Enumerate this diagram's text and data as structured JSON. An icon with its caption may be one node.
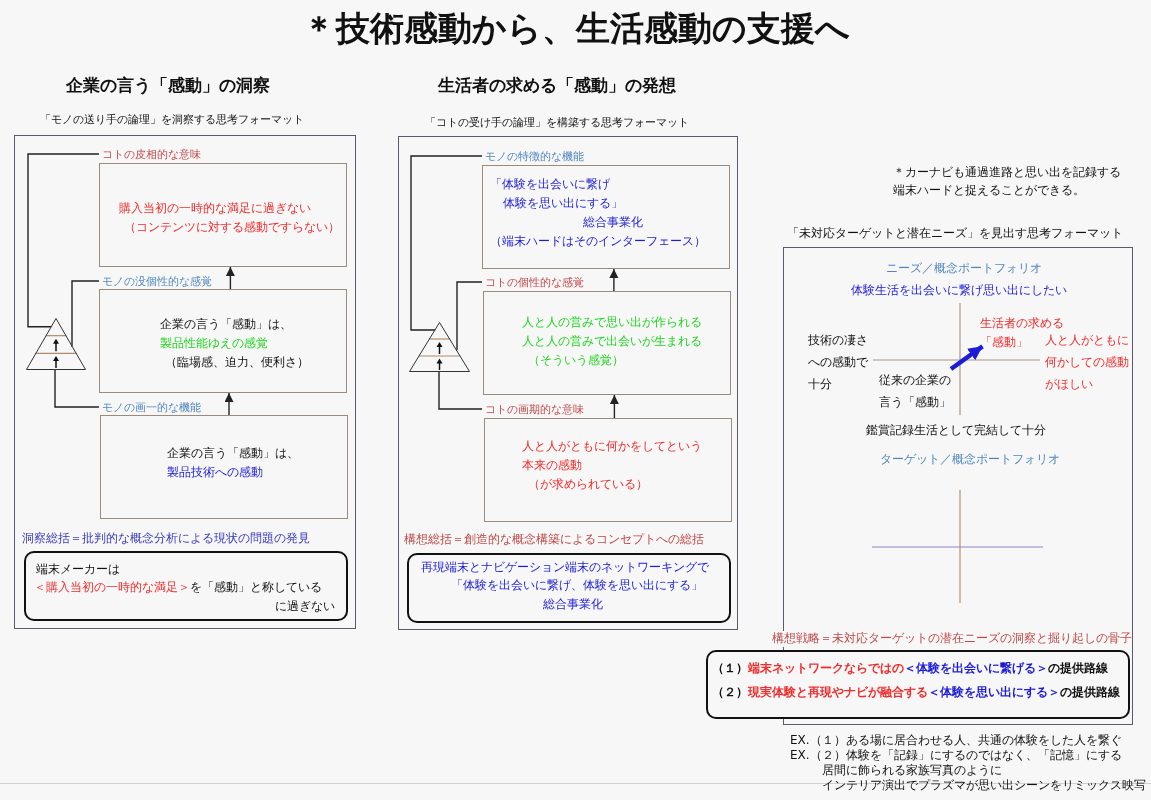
{
  "diagram": {
    "title": "＊技術感動から、生活感動の支援へ",
    "nodes": [
      {
        "text": [],
        "shape": "box"
      },
      {
        "text": [
          "購入当初の一時的な満足に過ぎない",
          "（コンテンツに対する感動ですらない）"
        ],
        "in": 0
      },
      {
        "text": [
          "企業の言う「感動」は、",
          "製品性能ゆえの感覚",
          "（臨場感、迫力、便利さ）"
        ],
        "in": 0
      },
      {
        "text": [
          "企業の言う「感動」は、",
          "製品技術への感動"
        ],
        "in": 0
      },
      {
        "text": [],
        "shape": "triangle",
        "in": 0
      },
      {
        "text": [
          "コトの皮相的な意味"
        ],
        "in": 0
      },
      {
        "text": [
          "モノの没個性的な感覚"
        ],
        "in": 0
      },
      {
        "text": [
          "モノの画一的な機能"
        ],
        "in": 0
      },
      {
        "text": [
          "端末メーカーは",
          "＜購入当初の一時的な満足＞",
          "を「感動」と称している",
          "に過ぎない"
        ],
        "in": 0,
        "beside": [
          "洞察総括＝批判的な概念分析による現状の問題の発見"
        ]
      },
      {
        "text": [],
        "shape": "box"
      },
      {
        "text": [
          "「体験を出会いに繋げ",
          "体験を思い出にする」",
          "総合事業化",
          "（端末ハードはそのインターフェース）"
        ],
        "in": 9
      },
      {
        "text": [
          "人と人の営みで思い出が作られる",
          "人と人の営みで出会いが生まれる",
          "（そういう感覚）"
        ],
        "in": 9
      },
      {
        "text": [
          "人と人がともに何かをしてという",
          "本来の感動",
          "（が求められている）"
        ],
        "in": 9
      },
      {
        "text": [],
        "shape": "triangle",
        "in": 9
      },
      {
        "text": [
          "モノの特徴的な機能"
        ],
        "in": 9
      },
      {
        "text": [
          "コトの個性的な感覚"
        ],
        "in": 9
      },
      {
        "text": [
          "コトの画期的な意味"
        ],
        "in": 9
      },
      {
        "text": [
          "再現端末とナビゲーション端末のネットワーキングで",
          "「体験を出会いに繋げ、体験を思い出にする」",
          "総合事業化"
        ],
        "in": 9,
        "beside": [
          "構想総括＝創造的な概念構築によるコンセプトへの総括"
        ]
      },
      {
        "text": [],
        "shape": "box"
      },
      {
        "text": [
          "従来の企業の言う「感動」"
        ],
        "in": 18
      },
      {
        "text": [
          "生活者の求める「感動」"
        ],
        "in": 18
      },
      {
        "text": [
          "（１）",
          "端末ネットワークならではの",
          "＜体験を出会いに繋げる＞",
          "の提供路線",
          "（２）",
          "現実体験と再現やナビが融合する",
          "＜体験を思い出にする＞",
          "の提供路線"
        ],
        "beside": [
          "構想戦略＝未対応ターゲットの潜在ニーズの洞察と掘り起しの骨子"
        ]
      }
    ],
    "edges": [
      {
        "from": 3,
        "to": 2,
        "arrow": "to"
      },
      {
        "from": 2,
        "to": 1,
        "arrow": "to"
      },
      {
        "from": 4,
        "to": 5,
        "arrow": "none"
      },
      {
        "from": 4,
        "to": 6,
        "arrow": "none"
      },
      {
        "from": 4,
        "to": 7,
        "arrow": "none"
      },
      {
        "from": 12,
        "to": 11,
        "arrow": "to"
      },
      {
        "from": 11,
        "to": 10,
        "arrow": "to"
      },
      {
        "from": 13,
        "to": 14,
        "arrow": "none"
      },
      {
        "from": 13,
        "to": 15,
        "arrow": "none"
      },
      {
        "from": 13,
        "to": 16,
        "arrow": "none"
      },
      {
        "from": 19,
        "to": 20,
        "arrow": "to",
        "style": "thick",
        "color": "#1c1cd8"
      }
    ],
    "labels": [
      "企業の言う「感動」の洞察",
      "生活者の求める「感動」の発想",
      "「モノの送り手の論理」を洞察する思考フォーマット",
      "「コトの受け手の論理」を構築する思考フォーマット",
      "＊カーナビも通過進路と思い出を記録する端末ハードと捉えることができる。",
      "「未対応ターゲットと潜在ニーズ」を見出す思考フォーマット",
      "ニーズ／概念ポートフォリオ",
      "体験生活を出会いに繋げ思い出にしたい",
      "技術の凄さへの感動で十分",
      "人と人がともに何かしての感動がほしい",
      "鑑賞記録生活として完結して十分",
      "ターゲット／概念ポートフォリオ",
      "EX.（１）ある場に居合わせる人、共通の体験をした人を繋ぐ",
      "EX.（２）体験を「記録」にするのではなく、「記憶」にする",
      "居間に飾られる家族写真のように",
      "インテリア演出でプラズマが思い出シーンをリミックス映写"
    ]
  }
}
